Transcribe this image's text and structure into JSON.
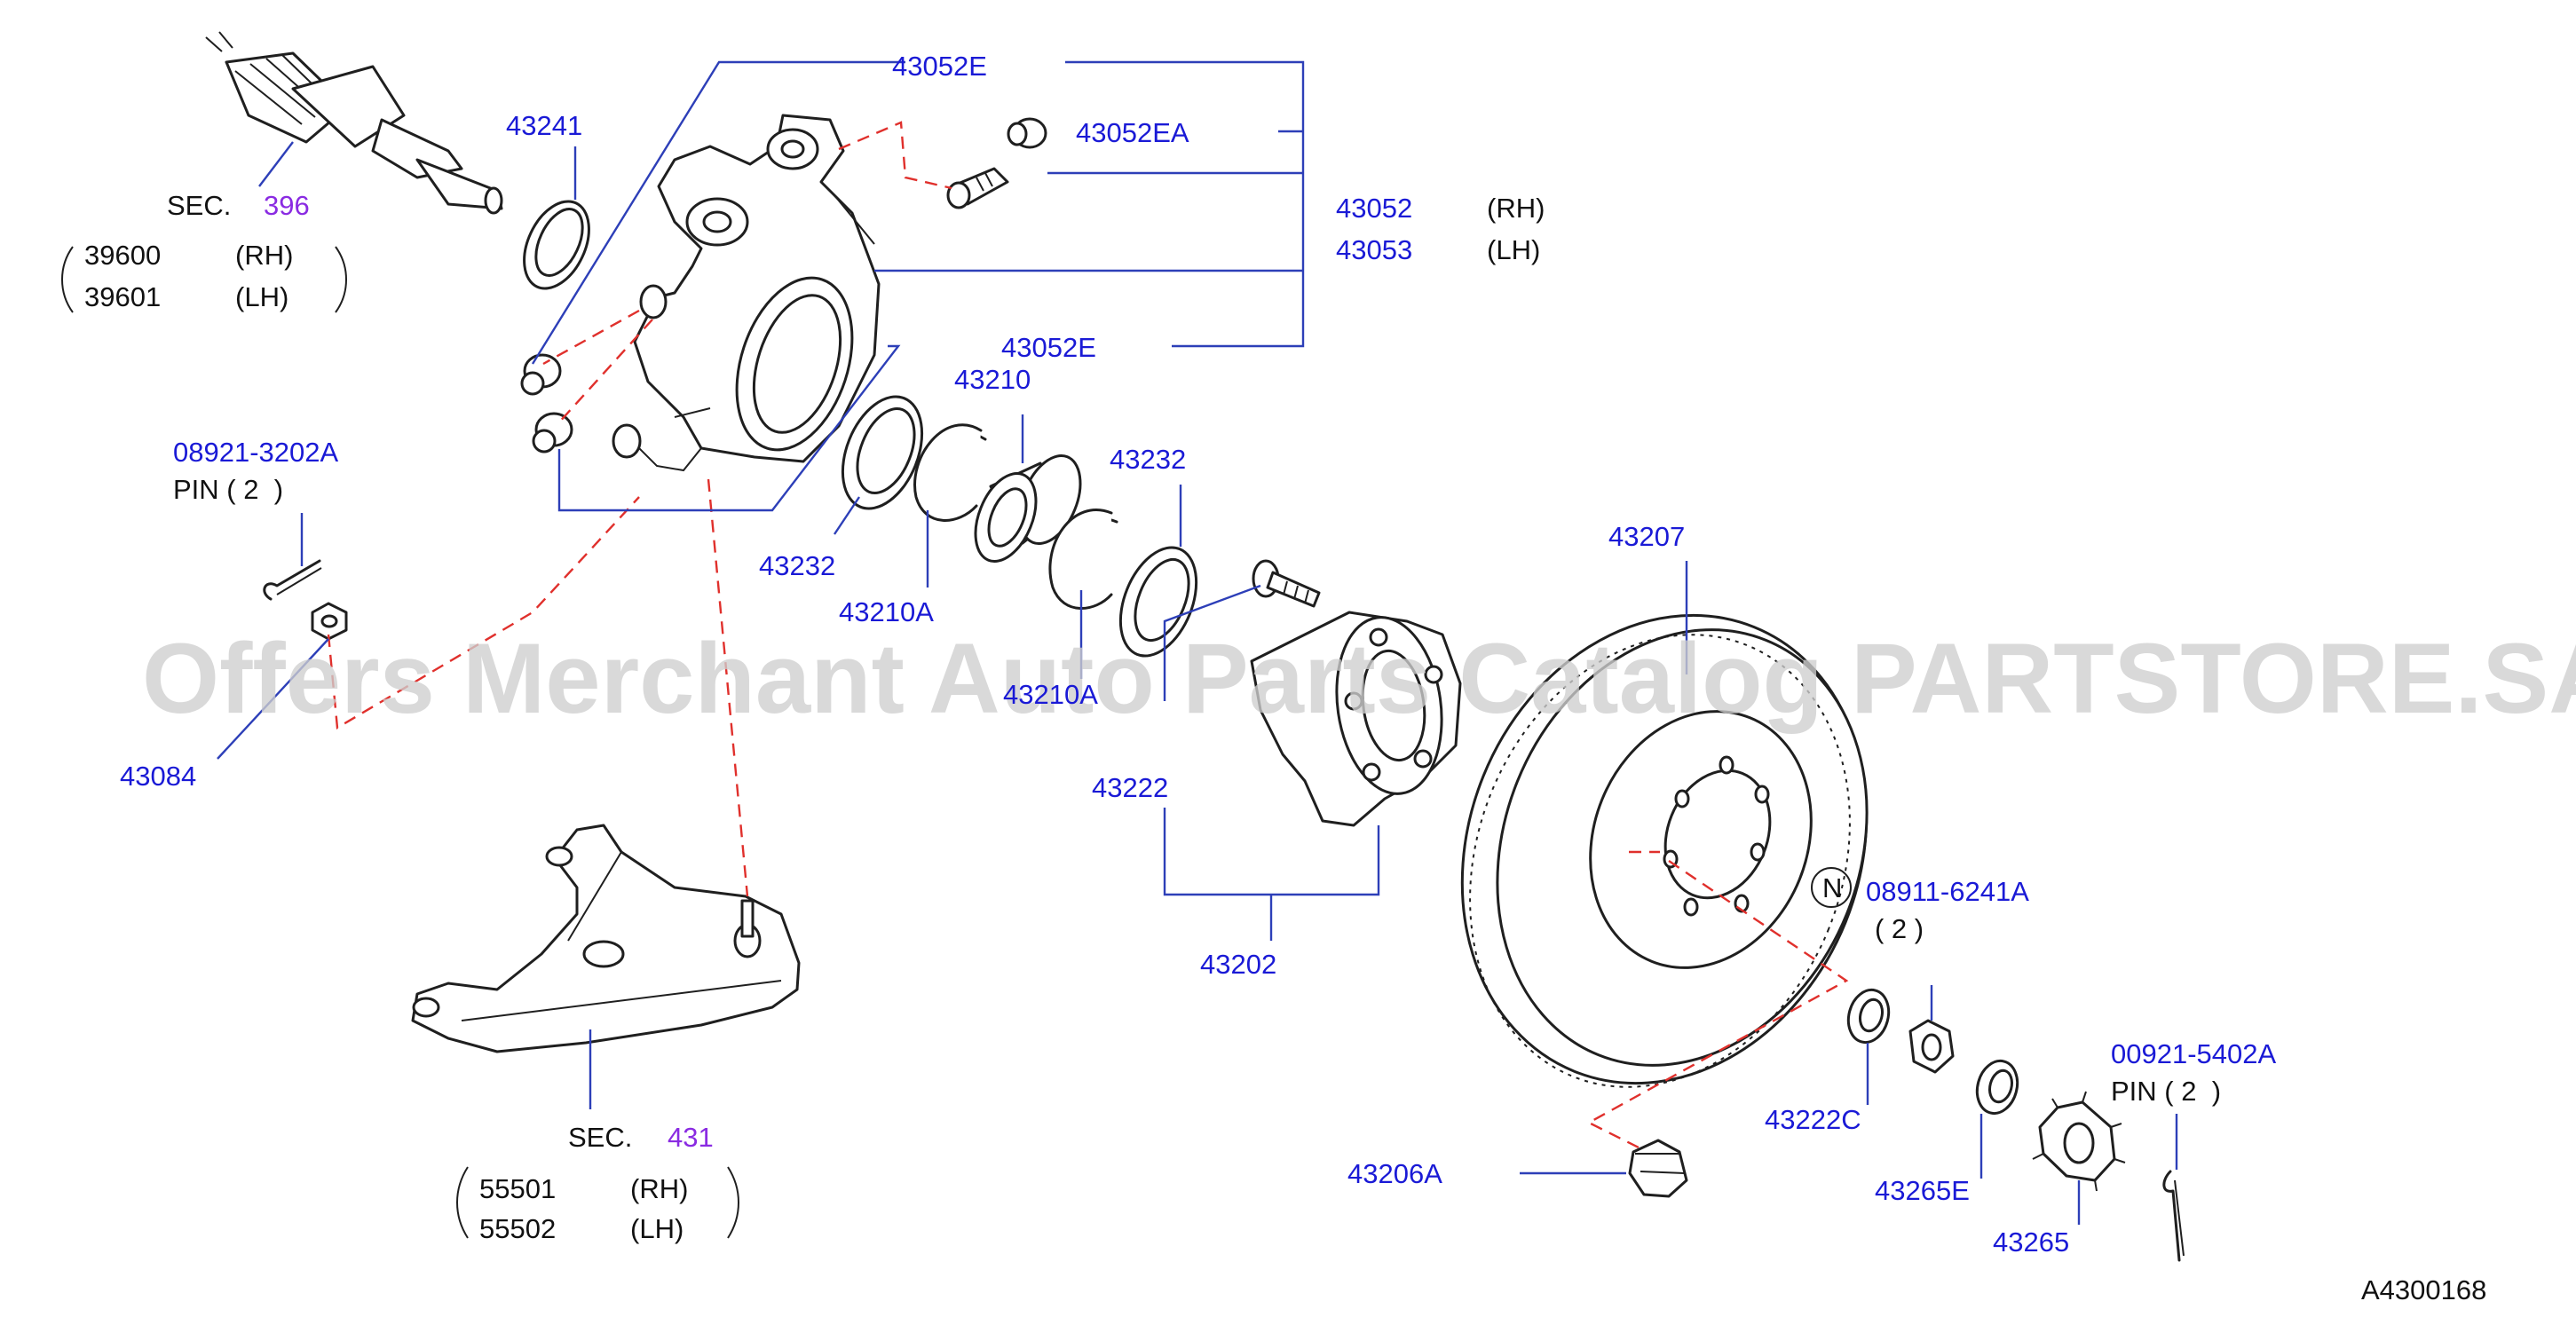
{
  "watermark": "Offers Merchant Auto Parts Catalog PARTSTORE.SA",
  "diagram_id": "A4300168",
  "colors": {
    "part_number": "#1a1ad6",
    "section_ref": "#8a2be2",
    "leader": "#2d3fb8",
    "dashed_link": "#e0302c",
    "line_art": "#1f1f1f"
  },
  "labels": {
    "p43052E_top": "43052E",
    "p43241": "43241",
    "p43052EA": "43052EA",
    "p43052": "43052",
    "p43052_side": "(RH)",
    "p43053": "43053",
    "p43053_side": "(LH)",
    "p43052E_mid": "43052E",
    "p43210": "43210",
    "p43232_right": "43232",
    "p43232_left": "43232",
    "p43210A_left": "43210A",
    "p43210A_right": "43210A",
    "p43222": "43222",
    "p43202": "43202",
    "p43207": "43207",
    "p43084": "43084",
    "p08921": "08921-3202A",
    "pin_left": "PIN ( 2  )",
    "p08911": "08911-6241A",
    "n_badge": "N",
    "p08911_qty": "( 2 )",
    "p00921": "00921-5402A",
    "pin_right": "PIN ( 2  )",
    "p43222C": "43222C",
    "p43265E": "43265E",
    "p43265": "43265",
    "p43206A": "43206A"
  },
  "section_refs": [
    {
      "prefix": "SEC.",
      "number": "396",
      "items": [
        {
          "part": "39600",
          "side": "(RH)"
        },
        {
          "part": "39601",
          "side": "(LH)"
        }
      ]
    },
    {
      "prefix": "SEC.",
      "number": "431",
      "items": [
        {
          "part": "55501",
          "side": "(RH)"
        },
        {
          "part": "55502",
          "side": "(LH)"
        }
      ]
    }
  ]
}
